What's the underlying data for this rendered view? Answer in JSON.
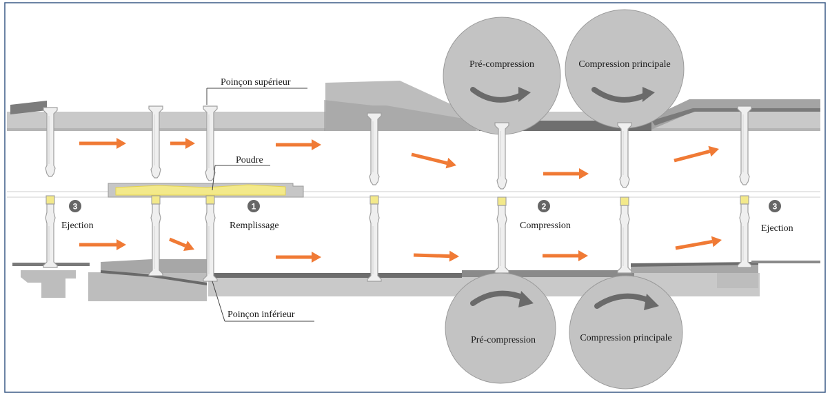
{
  "colors": {
    "frame": "#3a5a86",
    "grey_light": "#c9c9c9",
    "grey_mid": "#a9a9a9",
    "grey_dark": "#6d6d6d",
    "roller": "#c3c3c3",
    "roller_stroke": "#9a9a9a",
    "arrow": "#f07a35",
    "powder": "#f3e98a",
    "punch_fill": "#efefef",
    "punch_stroke": "#9f9f9f",
    "badge": "#666666"
  },
  "labels": {
    "upper_punch": "Poinçon supérieur",
    "lower_punch": "Poinçon inférieur",
    "powder": "Poudre",
    "ejection_left": "Ejection",
    "filling": "Remplissage",
    "compression": "Compression",
    "ejection_right": "Ejection",
    "pre_compression_top": "Pré-compression",
    "main_compression_top": "Compression principale",
    "pre_compression_bottom": "Pré-compression",
    "main_compression_bottom": "Compression principale"
  },
  "steps": {
    "ejection_left": "3",
    "filling": "1",
    "compression": "2",
    "ejection_right": "3"
  }
}
